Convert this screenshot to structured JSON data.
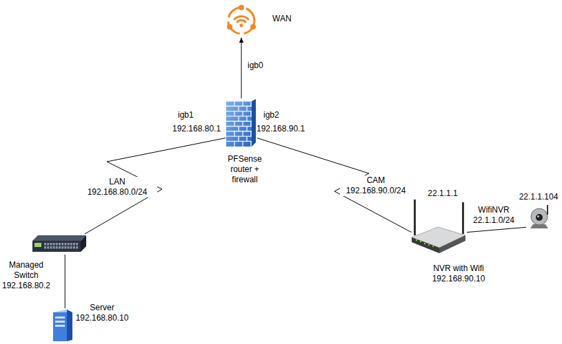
{
  "diagram": {
    "nodes": [
      {
        "text": [
          "WAN"
        ]
      },
      {
        "text": [
          "PFSense router + firewall"
        ]
      },
      {
        "text": [
          "Managed Switch 192.168.80.2"
        ]
      },
      {
        "text": [
          "Server 192.168.80.10"
        ]
      },
      {
        "text": [
          "22.1.1.1",
          "NVR with Wifi 192.168.90.10"
        ]
      },
      {
        "text": [
          "22.1.1.104"
        ]
      }
    ],
    "edges": [
      {
        "from": 1,
        "to": 0,
        "label": "igb0",
        "arrow": "to"
      },
      {
        "from": 1,
        "to": 2,
        "label": "LAN 192.168.80.0/24",
        "arrow": "none"
      },
      {
        "from": 1,
        "to": 4,
        "label": "CAM 192.168.90.0/24",
        "arrow": "none"
      },
      {
        "from": 2,
        "to": 3,
        "arrow": "none"
      },
      {
        "from": 4,
        "to": 5,
        "label": "WifiNVR 22.1.1.0/24",
        "arrow": "none"
      }
    ],
    "labels": [
      "igb1",
      "192.168.80.1",
      "igb2",
      "192.168.90.1"
    ]
  }
}
